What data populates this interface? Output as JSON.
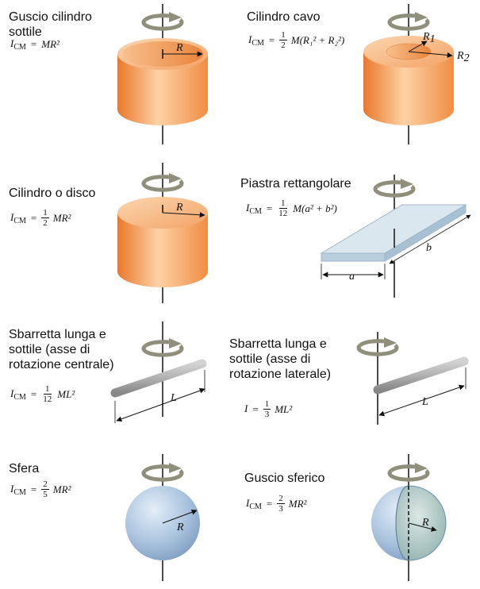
{
  "panels": [
    {
      "title": "Guscio cilindro\nsottile",
      "formula": {
        "lhs": "I",
        "lhs_sub": "CM",
        "num": "",
        "den": "",
        "rhs": "MR²"
      }
    },
    {
      "title": "Cilindro cavo",
      "formula": {
        "lhs": "I",
        "lhs_sub": "CM",
        "num": "1",
        "den": "2",
        "rhs": "M(R₁² + R₂²)"
      }
    },
    {
      "title": "Cilindro o disco",
      "formula": {
        "lhs": "I",
        "lhs_sub": "CM",
        "num": "1",
        "den": "2",
        "rhs": "MR²"
      }
    },
    {
      "title": "Piastra rettangolare",
      "formula": {
        "lhs": "I",
        "lhs_sub": "CM",
        "num": "1",
        "den": "12",
        "rhs": "M(a² + b²)"
      }
    },
    {
      "title": "Sbarretta lunga e\nsottile (asse di\nrotazione centrale)",
      "formula": {
        "lhs": "I",
        "lhs_sub": "CM",
        "num": "1",
        "den": "12",
        "rhs": "ML²"
      }
    },
    {
      "title": "Sbarretta lunga e\nsottile (asse di\nrotazione laterale)",
      "formula": {
        "lhs": "I",
        "lhs_sub": "",
        "num": "1",
        "den": "3",
        "rhs": "ML²"
      }
    },
    {
      "title": "Sfera",
      "formula": {
        "lhs": "I",
        "lhs_sub": "CM",
        "num": "2",
        "den": "5",
        "rhs": "MR²"
      }
    },
    {
      "title": "Guscio sferico",
      "formula": {
        "lhs": "I",
        "lhs_sub": "CM",
        "num": "2",
        "den": "3",
        "rhs": "MR²"
      }
    }
  ],
  "labels": {
    "R": "R",
    "R1": "R",
    "R1_sub": "1",
    "R2": "R",
    "R2_sub": "2",
    "a": "a",
    "b": "b",
    "L": "L"
  },
  "colors": {
    "cylinder": "#f29a55",
    "cylinder_light": "#fbd2a6",
    "sphere": "#a9c3de",
    "plate": "#d8e6ef",
    "rod": "#c8c8c8",
    "axis": "#111111",
    "arrow": "#9a9a88"
  }
}
